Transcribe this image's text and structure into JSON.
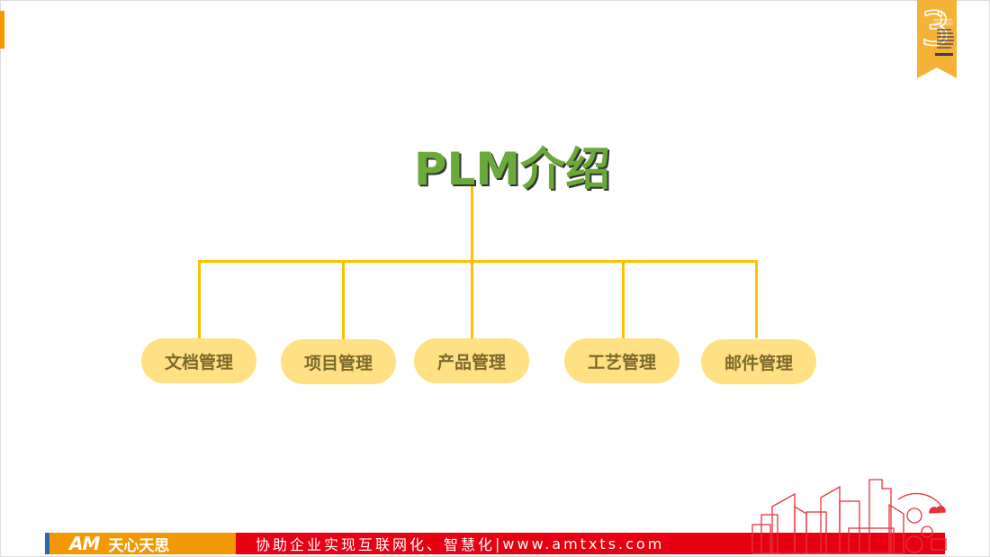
{
  "title": "PLM介绍",
  "items": [
    {
      "label": "文档管理"
    },
    {
      "label": "项目管理"
    },
    {
      "label": "产品管理"
    },
    {
      "label": "工艺管理"
    },
    {
      "label": "邮件管理"
    }
  ],
  "badge": {
    "number": "3",
    "suffix": "th",
    "text": "ANNIVERSARY",
    "years": "1988-2018"
  },
  "footer": {
    "logo": "AM",
    "brand": "天心天思",
    "slogan": "协助企业实现互联网化、智慧化",
    "separator": "|",
    "url": "www.amtxts.com"
  },
  "colors": {
    "title": "#6aaa3a",
    "line": "#ffc000",
    "pill": "#ffe083",
    "orange": "#f39800",
    "red": "#e60012"
  }
}
